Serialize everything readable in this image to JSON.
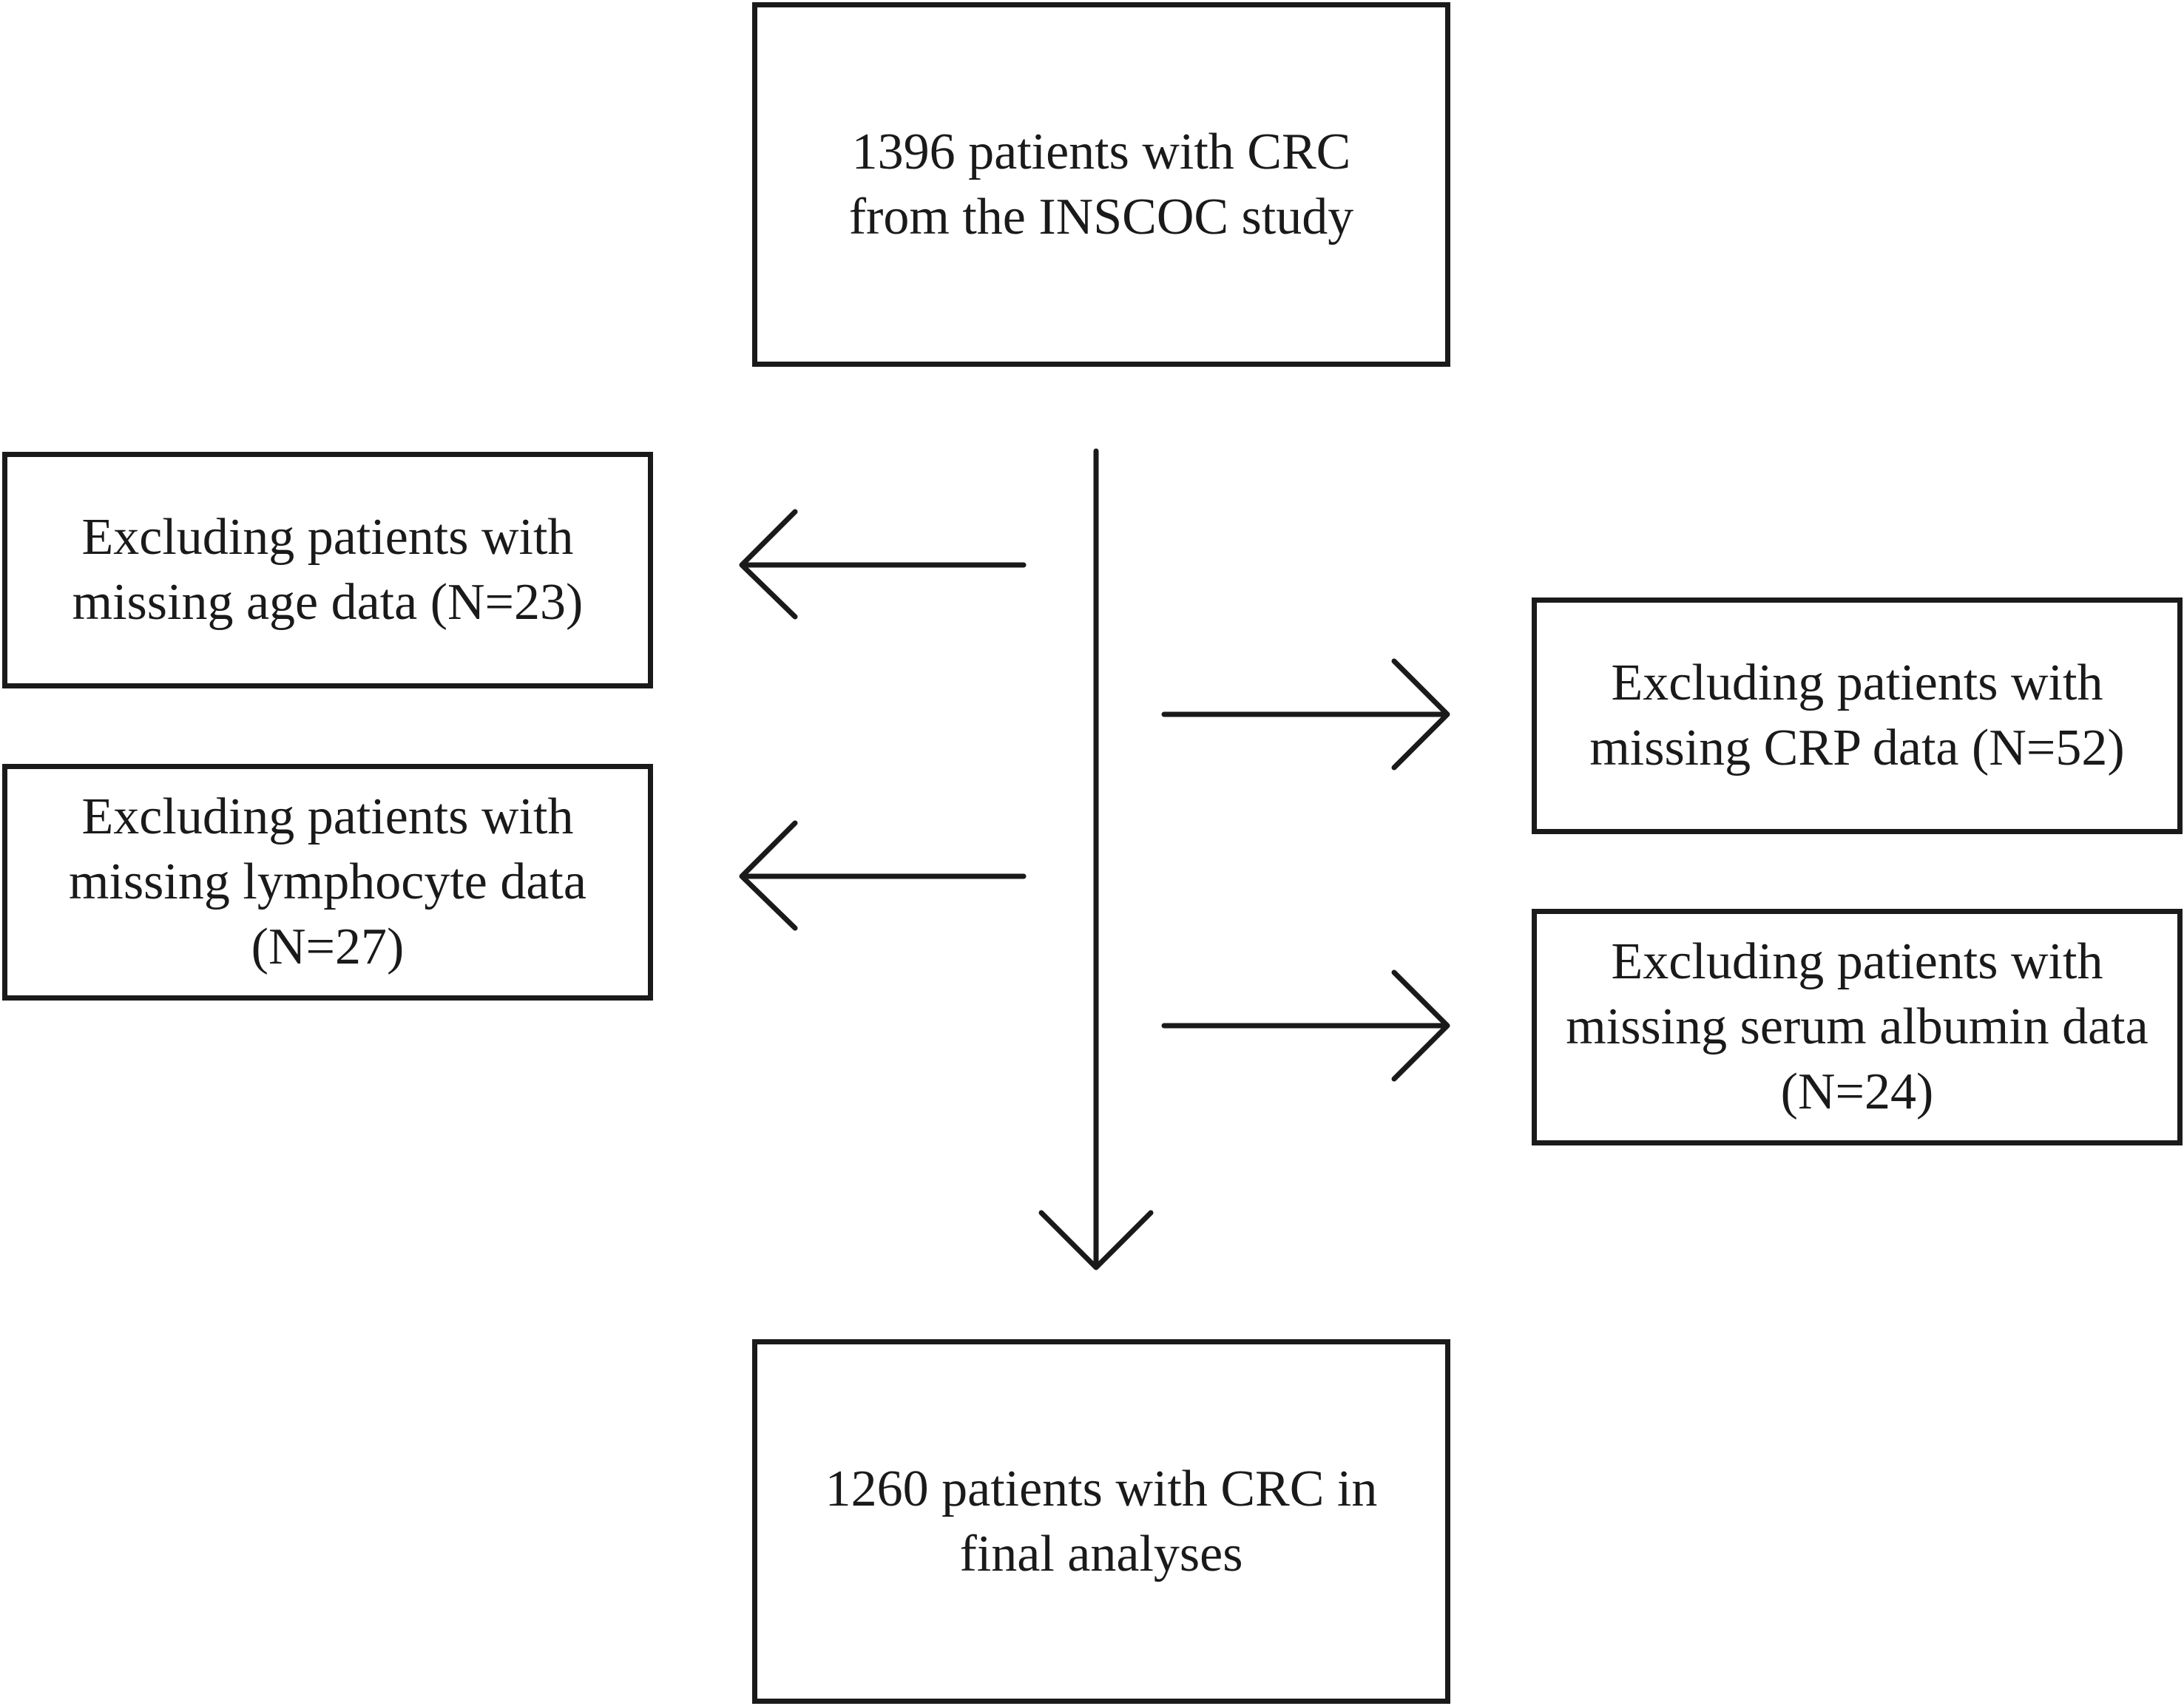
{
  "diagram": {
    "start": {
      "lines": [
        "1396 patients with CRC",
        "from the INSCOC study"
      ]
    },
    "exclusions": [
      {
        "side": "left",
        "lines": [
          "Excluding patients with",
          "missing age data (N=23)"
        ]
      },
      {
        "side": "left",
        "lines": [
          "Excluding patients with",
          "missing lymphocyte data",
          "(N=27)"
        ]
      },
      {
        "side": "right",
        "lines": [
          "Excluding patients with",
          "missing CRP data (N=52)"
        ]
      },
      {
        "side": "right",
        "lines": [
          "Excluding patients with",
          "missing serum albumin data",
          "(N=24)"
        ]
      }
    ],
    "end": {
      "lines": [
        "1260 patients with CRC in",
        "final analyses"
      ]
    }
  },
  "colors": {
    "line": "#1a1a1a",
    "background": "#ffffff"
  }
}
